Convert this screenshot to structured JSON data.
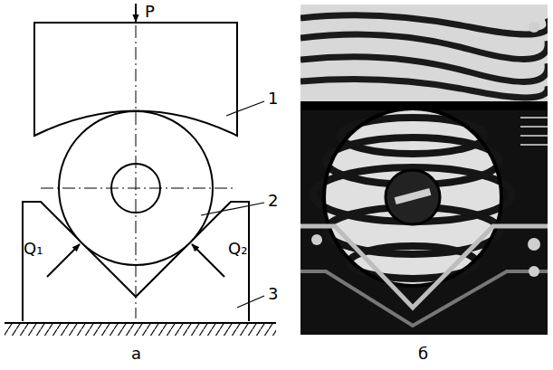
{
  "diagram": {
    "labels": [
      "P",
      "1",
      "2",
      "3",
      "Q₁",
      "Q₂",
      "а",
      "б"
    ]
  }
}
